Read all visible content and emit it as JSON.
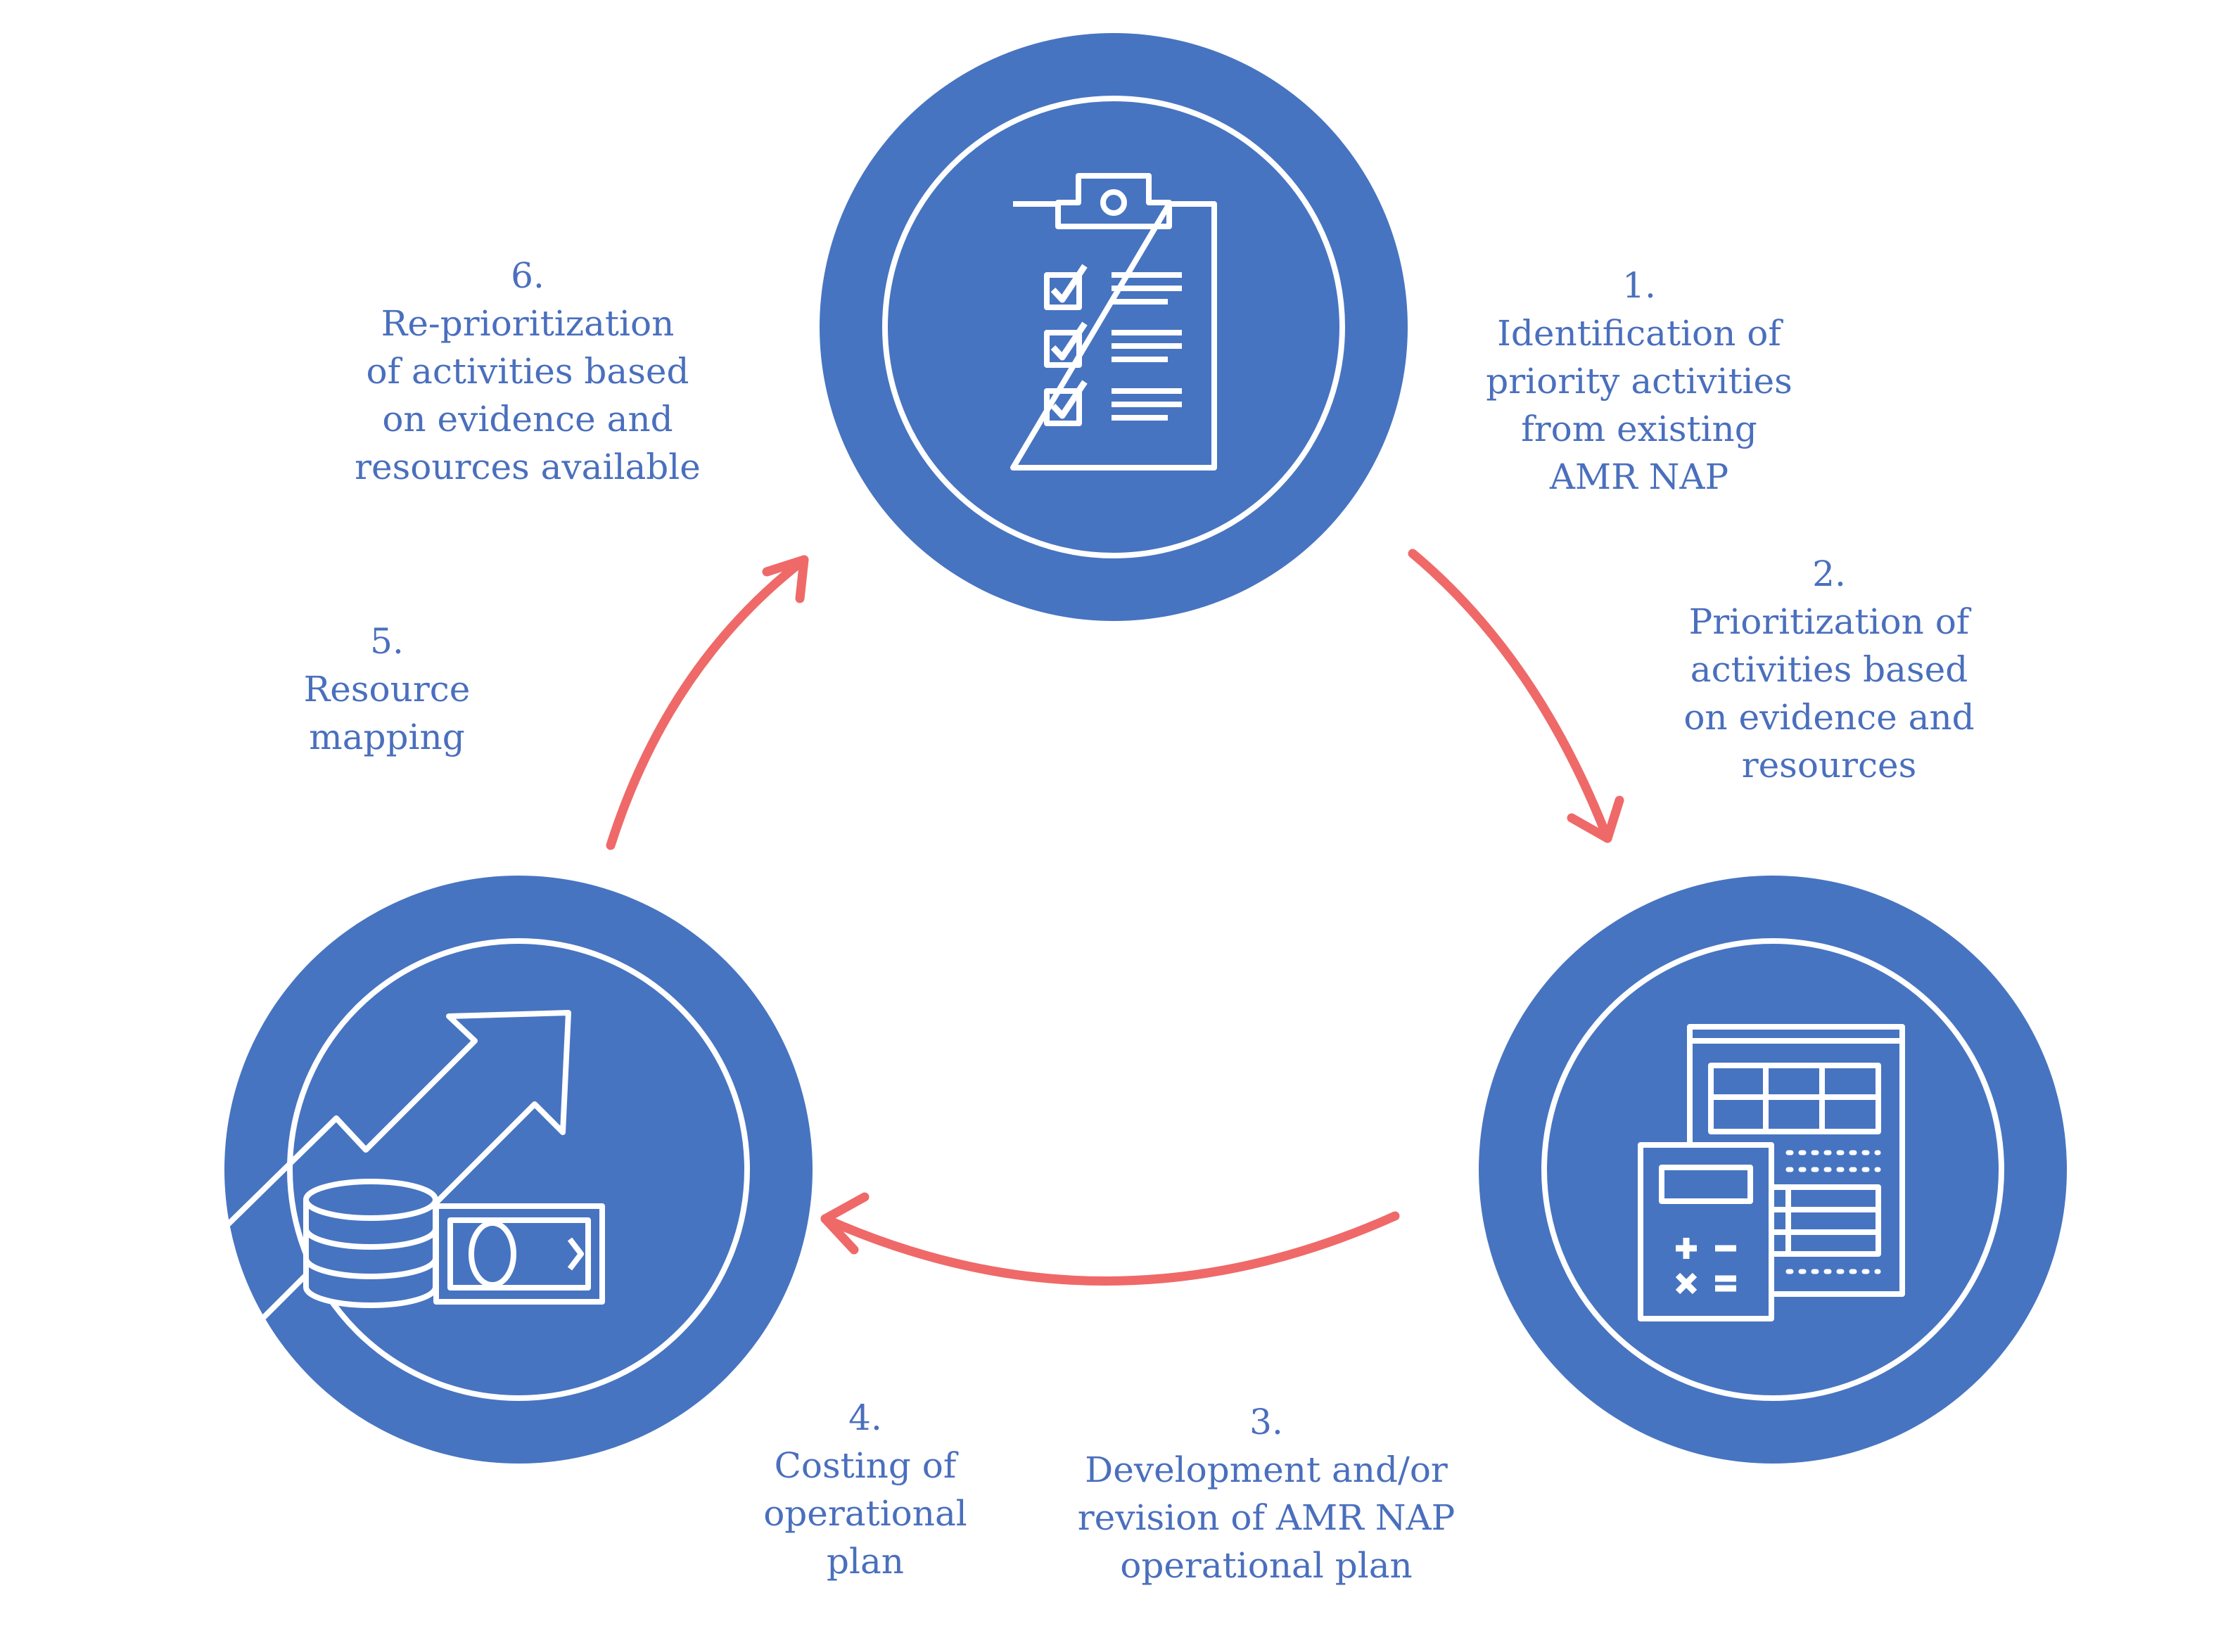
{
  "colors": {
    "node_fill": "#4774c1",
    "node_ring": "#ffffff",
    "arrow": "#ef6969",
    "label_text": "#4a6fbd"
  },
  "nodes": [
    {
      "id": "top",
      "icon": "clipboard-checklist-icon"
    },
    {
      "id": "right",
      "icon": "calculator-spreadsheet-icon"
    },
    {
      "id": "left",
      "icon": "growth-money-icon"
    }
  ],
  "steps": [
    {
      "number": "1.",
      "lines": [
        "Identification of",
        "priority activities",
        "from existing",
        "AMR NAP"
      ]
    },
    {
      "number": "2.",
      "lines": [
        "Prioritization of",
        "activities based",
        "on evidence and",
        "resources"
      ]
    },
    {
      "number": "3.",
      "lines": [
        "Development and/or",
        "revision of AMR NAP",
        "operational plan"
      ]
    },
    {
      "number": "4.",
      "lines": [
        "Costing of",
        "operational",
        "plan"
      ]
    },
    {
      "number": "5.",
      "lines": [
        "Resource",
        "mapping"
      ]
    },
    {
      "number": "6.",
      "lines": [
        "Re-prioritization",
        "of activities based",
        "on evidence and",
        "resources available"
      ]
    }
  ],
  "arrows": [
    {
      "from": "top",
      "to": "right"
    },
    {
      "from": "right",
      "to": "left"
    },
    {
      "from": "left",
      "to": "top"
    }
  ]
}
